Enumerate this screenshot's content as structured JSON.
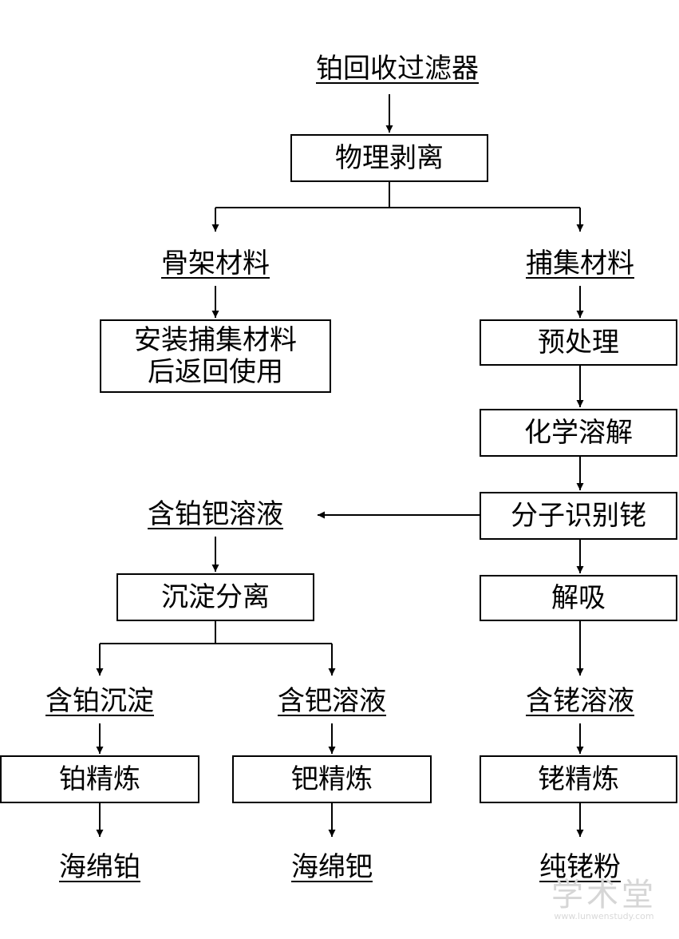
{
  "diagram": {
    "labels": {
      "source": "铂回收过滤器",
      "skeleton": "骨架材料",
      "capture": "捕集材料",
      "pt_pd_solution": "含铂钯溶液",
      "pt_precipitate": "含铂沉淀",
      "pd_solution": "含钯溶液",
      "rh_solution": "含铑溶液",
      "sponge_pt": "海绵铂",
      "sponge_pd": "海绵钯",
      "pure_rh": "纯铑粉"
    },
    "boxes": {
      "physical_strip": "物理剥离",
      "reinstall": "安装捕集材料\n后返回使用",
      "pretreat": "预处理",
      "chem_dissolve": "化学溶解",
      "mol_recog": "分子识别铑",
      "precip_sep": "沉淀分离",
      "desorb": "解吸",
      "pt_refine": "铂精炼",
      "pd_refine": "钯精炼",
      "rh_refine": "铑精炼"
    }
  },
  "watermark": {
    "text": "学术堂",
    "url": "www.lunwenstudy.com"
  }
}
